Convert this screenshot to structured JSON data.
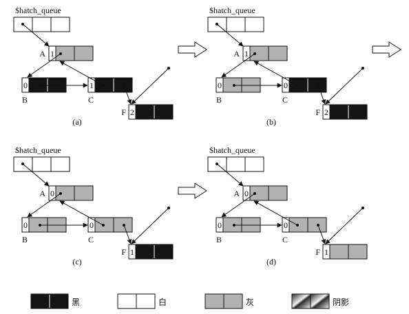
{
  "colors": {
    "black": "#141414",
    "white": "#ffffff",
    "gray": "#b2b2b2",
    "stroke": "#111111",
    "shadow_light": "#f2f2f2",
    "shadow_dark": "#2a2a2a"
  },
  "queue_label": "$hatch_queue",
  "node_labels": {
    "A": "A",
    "B": "B",
    "C": "C",
    "F": "F"
  },
  "panels": [
    {
      "caption": "(a)",
      "A": {
        "count": "1",
        "color": "gray"
      },
      "B": {
        "count": "0",
        "color": "black"
      },
      "C": {
        "count": "1",
        "color": "black"
      },
      "F": {
        "count": "2",
        "color": "black"
      }
    },
    {
      "caption": "(b)",
      "A": {
        "count": "1",
        "color": "gray"
      },
      "B": {
        "count": "0",
        "color": "gray"
      },
      "C": {
        "count": "0",
        "color": "black"
      },
      "F": {
        "count": "2",
        "color": "black"
      }
    },
    {
      "caption": "(c)",
      "A": {
        "count": "0",
        "color": "gray"
      },
      "B": {
        "count": "0",
        "color": "gray"
      },
      "C": {
        "count": "0",
        "color": "gray"
      },
      "F": {
        "count": "1",
        "color": "black"
      }
    },
    {
      "caption": "(d)",
      "A": {
        "count": "0",
        "color": "gray"
      },
      "B": {
        "count": "0",
        "color": "gray"
      },
      "C": {
        "count": "0",
        "color": "gray"
      },
      "F": {
        "count": "1",
        "color": "gray"
      }
    }
  ],
  "legend": [
    {
      "label": "黑",
      "color": "black"
    },
    {
      "label": "白",
      "color": "white"
    },
    {
      "label": "灰",
      "color": "gray"
    },
    {
      "label": "阴影",
      "color": "shadow"
    }
  ]
}
